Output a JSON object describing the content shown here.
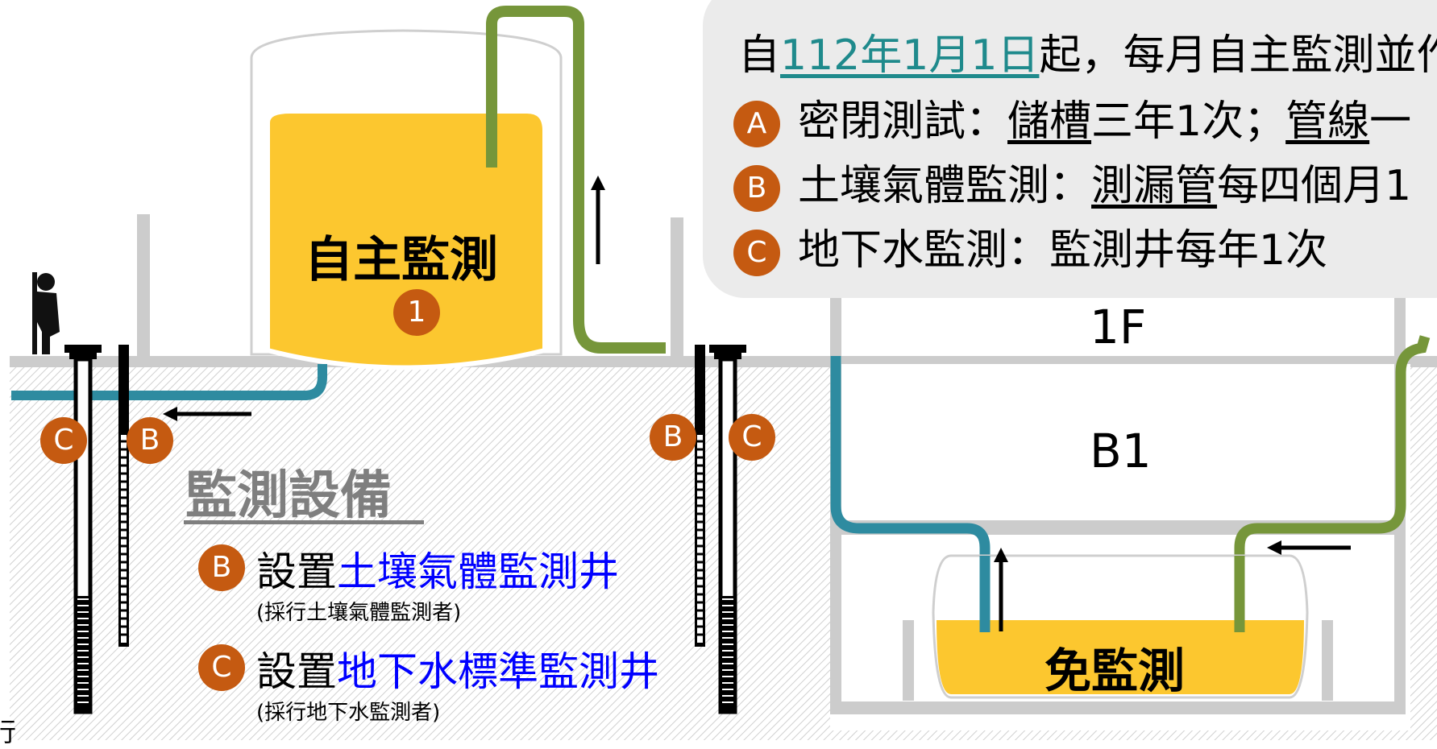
{
  "tank_top": {
    "label": "自主監測",
    "badge": "1"
  },
  "tank_bottom": {
    "label": "免監測"
  },
  "floors": {
    "first": "1F",
    "basement": "B1"
  },
  "equipment": {
    "title": "監測設備",
    "items": [
      {
        "badge": "B",
        "prefix": "設置",
        "highlight": "土壤氣體監測井",
        "note": "(採行土壤氣體監測者)"
      },
      {
        "badge": "C",
        "prefix": "設置",
        "highlight": "地下水標準監測井",
        "note": "(採行地下水監測者)"
      }
    ]
  },
  "wells": {
    "left": [
      "C",
      "B"
    ],
    "right": [
      "B",
      "C"
    ]
  },
  "info": {
    "head_prefix": "自",
    "head_date": "112年1月1日",
    "head_suffix": "起，每月自主監測並作",
    "a": {
      "badge": "A",
      "title": "密閉測試：",
      "tank": "儲槽",
      "tank_rule": "三年1次；",
      "pipe": "管線",
      "pipe_rule": "一"
    },
    "b": {
      "badge": "B",
      "title": "土壤氣體監測：",
      "tube": "測漏管",
      "rule": "每四個月1"
    },
    "c": {
      "badge": "C",
      "text": "地下水監測：監測井每年1次"
    }
  },
  "edge_char": "行",
  "colors": {
    "oil": "#fcc72f",
    "badge": "#c55a11",
    "blue_pipe": "#2e8ba0",
    "green_pipe": "#76963a",
    "structure": "#cccccc",
    "highlight_text": "#0000ff"
  }
}
